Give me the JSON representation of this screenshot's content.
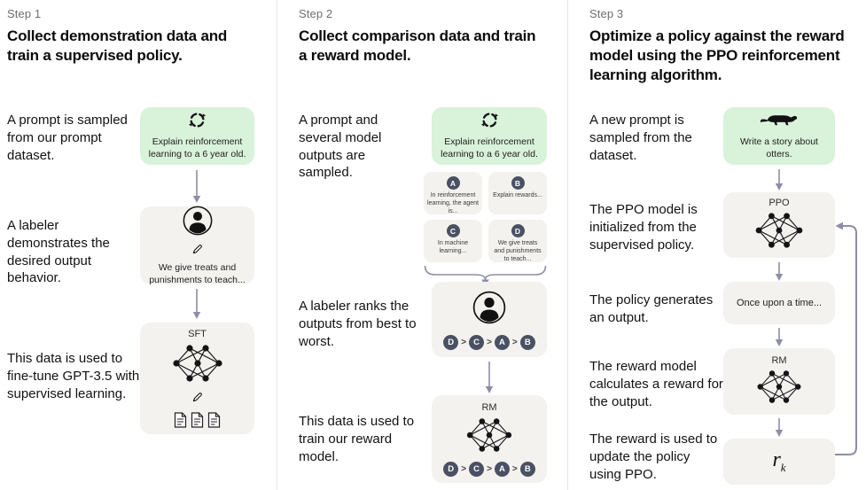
{
  "colors": {
    "prompt_box_green": "#d9f2da",
    "model_box_gray": "#f3f2ef",
    "badge_slate": "#4a5162",
    "arrow_gray_purple": "#8d8da6",
    "divider_gray": "#e5e5e3"
  },
  "col1": {
    "step": "Step 1",
    "title": "Collect demonstration data and train a supervised policy.",
    "caption_prompt": "A prompt is sampled from our prompt dataset.",
    "caption_labeler": "A labeler demonstrates the desired output behavior.",
    "caption_data": "This data is used to fine-tune GPT-3.5 with supervised learning.",
    "prompt_box_text": "Explain reinforcement learning to a 6 year old.",
    "labeler_box_text": "We give treats and punishments to teach...",
    "sft_label": "SFT"
  },
  "col2": {
    "step": "Step 2",
    "title": "Collect comparison data and train a reward model.",
    "caption_prompt": "A prompt and several model outputs are sampled.",
    "caption_rank": "A labeler ranks the outputs from best to worst.",
    "caption_train": "This data is used to train our reward model.",
    "prompt_box_text": "Explain reinforcement learning to a 6 year old.",
    "outputs": [
      {
        "label": "A",
        "text": "In reinforcement learning, the agent is..."
      },
      {
        "label": "B",
        "text": "Explain rewards..."
      },
      {
        "label": "C",
        "text": "In machine learning..."
      },
      {
        "label": "D",
        "text": "We give treats and punishments to teach..."
      }
    ],
    "ranking": [
      "D",
      "C",
      "A",
      "B"
    ],
    "gt": ">",
    "rm_label": "RM"
  },
  "col3": {
    "step": "Step 3",
    "title": "Optimize a policy against the reward model using the PPO reinforcement learning algorithm.",
    "caption_prompt": "A new prompt is sampled from the dataset.",
    "caption_init": "The PPO model is initialized from the supervised policy.",
    "caption_output": "The policy generates an output.",
    "caption_reward": "The reward model calculates a reward for the output.",
    "caption_update": "The reward is used to update the policy using PPO.",
    "prompt_box_text": "Write a story about otters.",
    "ppo_label": "PPO",
    "output_box_text": "Once upon a time...",
    "rm_label": "RM",
    "reward_var": "r",
    "reward_sub": "k"
  }
}
